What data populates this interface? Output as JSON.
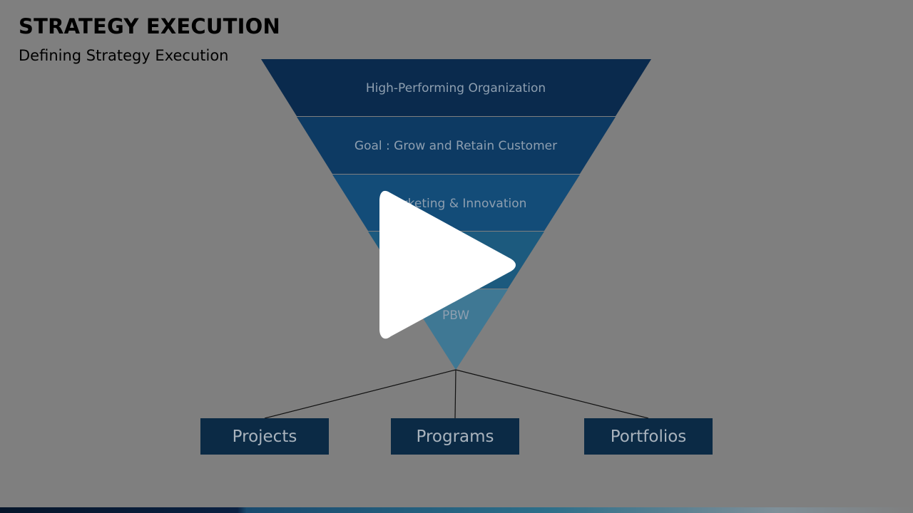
{
  "slide": {
    "title": "STRATEGY EXECUTION",
    "subtitle": "Defining Strategy Execution"
  },
  "funnel": {
    "layers": [
      {
        "label": "High-Performing Organization",
        "color": "#0a2a4d"
      },
      {
        "label": "Goal : Grow and Retain Customer",
        "color": "#0d3a63"
      },
      {
        "label": "Marketing & Innovation",
        "color": "#134c78"
      },
      {
        "label": "",
        "color": "#1c5a7e"
      },
      {
        "label": "PBW",
        "color": "#3f7894"
      }
    ]
  },
  "branches": {
    "items": [
      "Projects",
      "Programs",
      "Portfolios"
    ],
    "box_color": "#0b2a45"
  },
  "overlay": {
    "play_icon": "play-icon"
  }
}
